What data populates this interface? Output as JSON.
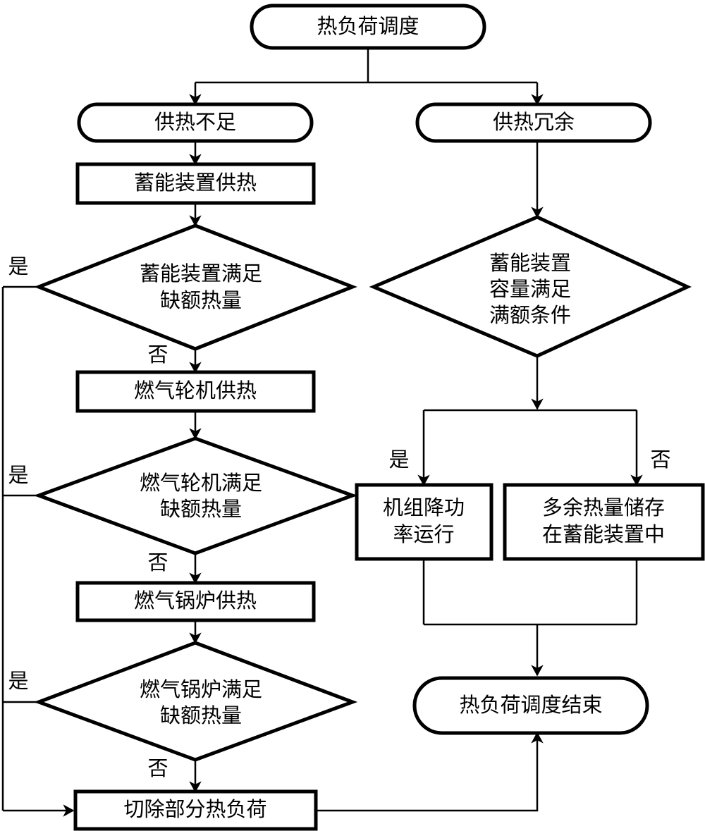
{
  "diagram": {
    "title": "热负荷调度",
    "type": "flowchart",
    "language": "zh-CN",
    "colors": {
      "stroke": "#000000",
      "fill": "#ffffff",
      "text": "#000000"
    },
    "nodes": {
      "start": {
        "shape": "terminator",
        "label": "热负荷调度"
      },
      "branch_deficit": {
        "shape": "terminator",
        "label": "供热不足"
      },
      "branch_surplus": {
        "shape": "terminator",
        "label": "供热冗余"
      },
      "storage_supply": {
        "shape": "process",
        "label": "蓄能装置供热"
      },
      "decision_storage": {
        "shape": "decision",
        "line1": "蓄能装置满足",
        "line2": "缺额热量"
      },
      "gas_turbine_supply": {
        "shape": "process",
        "label": "燃气轮机供热"
      },
      "decision_turbine": {
        "shape": "decision",
        "line1": "燃气轮机满足",
        "line2": "缺额热量"
      },
      "gas_boiler_supply": {
        "shape": "process",
        "label": "燃气锅炉供热"
      },
      "decision_boiler": {
        "shape": "decision",
        "line1": "燃气锅炉满足",
        "line2": "缺额热量"
      },
      "shed_load": {
        "shape": "process",
        "label": "切除部分热负荷"
      },
      "decision_capacity": {
        "shape": "decision",
        "line1": "蓄能装置",
        "line2": "容量满足",
        "line3": "满额条件"
      },
      "derate_unit": {
        "shape": "process",
        "line1": "机组降功",
        "line2": "率运行"
      },
      "store_excess": {
        "shape": "process",
        "line1": "多余热量储存",
        "line2": "在蓄能装置中"
      },
      "end": {
        "shape": "terminator",
        "label": "热负荷调度结束"
      }
    },
    "edge_labels": {
      "yes": "是",
      "no": "否",
      "storage_yes": "是",
      "storage_no": "否",
      "turbine_yes": "是",
      "turbine_no": "否",
      "boiler_yes": "是",
      "boiler_no": "否",
      "capacity_yes": "是",
      "capacity_no": "否"
    }
  }
}
